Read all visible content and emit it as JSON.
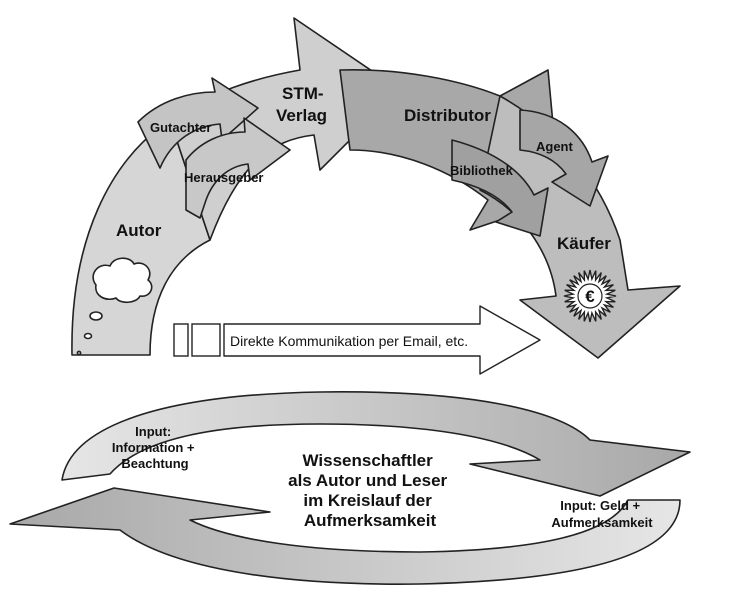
{
  "top_cycle": {
    "stages": {
      "autor": "Autor",
      "verlag_line1": "STM-",
      "verlag_line2": "Verlag",
      "distributor": "Distributor",
      "kaeufer": "Käufer"
    },
    "sub_arrows": {
      "gutachter": "Gutachter",
      "herausgeber": "Herausgeber",
      "bibliothek": "Bibliothek",
      "agent": "Agent"
    },
    "euro_symbol": "€",
    "direct_communication": "Direkte Kommunikation per Email, etc."
  },
  "bottom_cycle": {
    "center_lines": [
      "Wissenschaftler",
      "als Autor und Leser",
      "im Kreislauf der",
      "Aufmerksamkeit"
    ],
    "input_left_lines": [
      "Input:",
      "Information +",
      "Beachtung"
    ],
    "input_right_lines": [
      "Input: Geld +",
      "Aufmerksamkeit"
    ]
  },
  "colors": {
    "light_gray": "#d2d2d2",
    "mid_gray": "#b8b8b8",
    "dark_gray": "#9a9a9a",
    "sub_arrow_fill": "#c4c4c4",
    "outline": "#222222"
  }
}
